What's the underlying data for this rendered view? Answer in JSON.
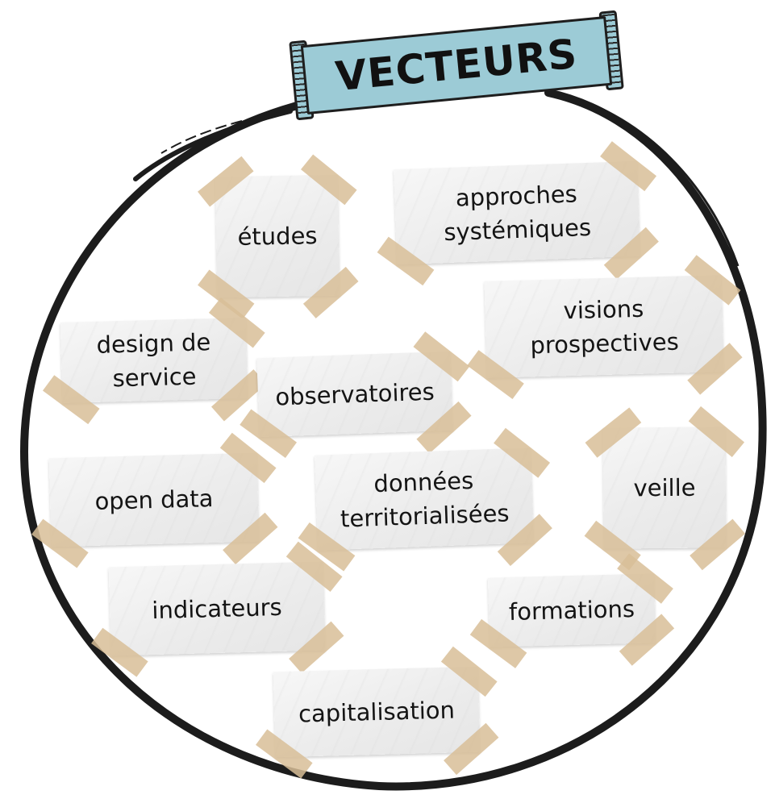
{
  "title": "VECTEURS",
  "notes": [
    {
      "id": "etudes",
      "label": "études"
    },
    {
      "id": "approches",
      "label": "approches\nsystémiques"
    },
    {
      "id": "visions",
      "label": "visions\nprospectives"
    },
    {
      "id": "design",
      "label": "design de\nservice"
    },
    {
      "id": "observatoires",
      "label": "observatoires"
    },
    {
      "id": "opendata",
      "label": "open data"
    },
    {
      "id": "donnees",
      "label": "données\nterritorialisées"
    },
    {
      "id": "veille",
      "label": "veille"
    },
    {
      "id": "indicateurs",
      "label": "indicateurs"
    },
    {
      "id": "formations",
      "label": "formations"
    },
    {
      "id": "capitalisation",
      "label": "capitalisation"
    }
  ],
  "colors": {
    "banner_fill": "#9ccbd6",
    "ink": "#141414",
    "tape": "#d8be98",
    "note_paper": "#efefef"
  }
}
